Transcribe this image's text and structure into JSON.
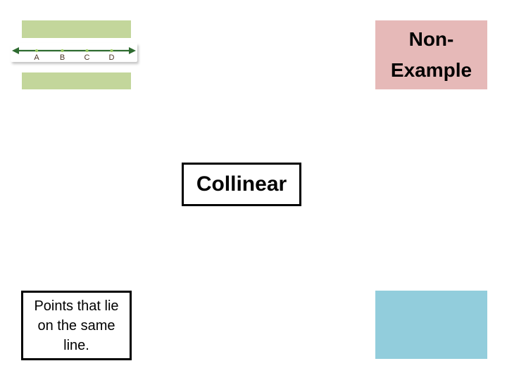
{
  "slide": {
    "background_color": "#ffffff"
  },
  "figure": {
    "description": "line with collinear points between two green bands",
    "point_labels": [
      "A",
      "B",
      "C",
      "D"
    ],
    "colors": {
      "band_green": "#c3d69b",
      "line_green": "#2e6b30",
      "dot_green": "#9ccc63",
      "label_brown": "#4a3423"
    }
  },
  "non_example": {
    "text": "Non-Example",
    "lines": [
      "Non-",
      "Example"
    ],
    "background_color": "#e6b9b8"
  },
  "term": {
    "label": "Collinear"
  },
  "definition": {
    "text": "Points that lie on the same line.",
    "lines": [
      "Points that lie",
      "on the same",
      "line."
    ]
  },
  "answer_box": {
    "background_color": "#92cddc"
  }
}
